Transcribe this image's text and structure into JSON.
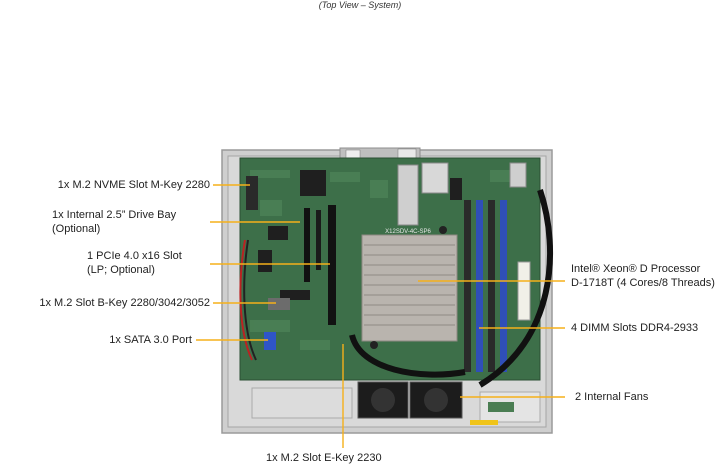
{
  "caption": "(Top View – System)",
  "colors": {
    "leader": "#f5b01a",
    "chassis": "#c9c9c9",
    "pcb": "#3b6e47",
    "dimm_blue": "#2f4fb8",
    "heatsink": "#b7b2ad"
  },
  "callouts": {
    "m2_nvme": "1x M.2 NVME Slot M-Key 2280",
    "drive_bay": [
      "1x Internal 2.5” Drive Bay",
      "(Optional)"
    ],
    "pcie": [
      "1 PCIe 4.0 x16 Slot",
      "(LP; Optional)"
    ],
    "m2_bkey": "1x M.2 Slot B-Key 2280/3042/3052",
    "sata": "1x SATA 3.0 Port",
    "m2_ekey": "1x M.2 Slot E-Key 2230",
    "processor": [
      "Intel® Xeon® D Processor",
      "D-1718T (4 Cores/8 Threads)"
    ],
    "dimm": "4 DIMM Slots DDR4-2933",
    "fans": "2 Internal Fans"
  },
  "board_silk": "X12SDV-4C-SP6"
}
